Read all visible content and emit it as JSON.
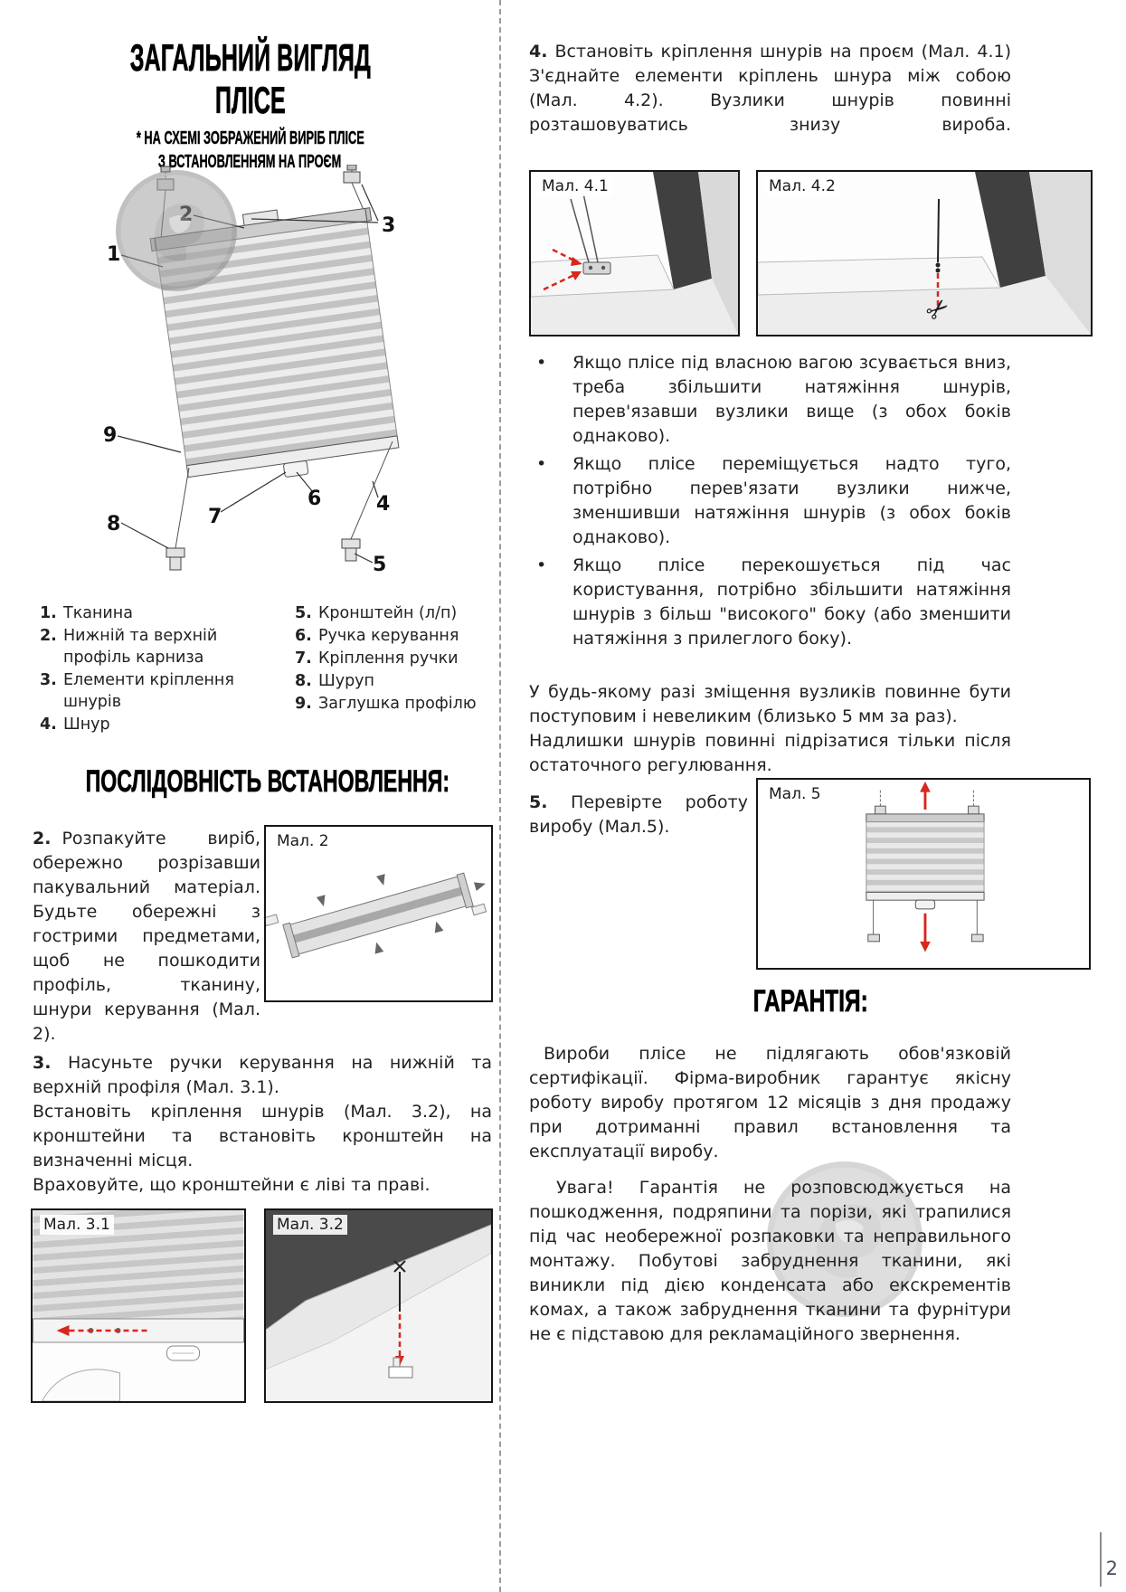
{
  "colors": {
    "accent_red": "#d9261c",
    "heading_black": "#000000",
    "body_text": "#222222",
    "divider_gray": "#9a9a9a",
    "watermark_gray": "#a3a3a3"
  },
  "icons": {
    "scissors": "✂"
  },
  "page": {
    "number": "2"
  },
  "left": {
    "title_line1": "ЗАГАЛЬНИЙ ВИГЛЯД",
    "title_line2": "ПЛІСЕ",
    "subtitle_line1": "* НА СХЕМІ ЗОБРАЖЕНИЙ ВИРІБ ПЛІСЕ",
    "subtitle_line2": "З ВСТАНОВЛЕННЯМ НА ПРОЄМ",
    "diagram": {
      "callouts": [
        "1",
        "2",
        "3",
        "4",
        "5",
        "6",
        "7",
        "8",
        "9"
      ]
    },
    "legend": {
      "col1": [
        {
          "num": "1.",
          "text": "Тканина"
        },
        {
          "num": "2.",
          "text": "Нижній та верхній профіль карниза"
        },
        {
          "num": "3.",
          "text": "Елементи кріплення шнурів"
        },
        {
          "num": "4.",
          "text": "Шнур"
        }
      ],
      "col2": [
        {
          "num": "5.",
          "text": "Кронштейн (л/п)"
        },
        {
          "num": "6.",
          "text": "Ручка керування"
        },
        {
          "num": "7.",
          "text": "Кріплення ручки"
        },
        {
          "num": "8.",
          "text": "Шуруп"
        },
        {
          "num": "9.",
          "text": "Заглушка профілю"
        }
      ]
    },
    "section_title": "ПОСЛІДОВНІСТЬ ВСТАНОВЛЕННЯ:",
    "step2": {
      "num": "2.",
      "text": "Розпакуйте виріб, обережно розрізавши пакувальний матеріал. Будьте обережні з гострими предметами, щоб не пошкодити профіль, тканину, шнури керування (Мал. 2)."
    },
    "fig2_label": "Мал. 2",
    "step3": {
      "num": "3.",
      "line1": "Насуньте ручки керування на нижній та верхній профіля (Мал. 3.1).",
      "line2": "Встановіть кріплення шнурів (Мал. 3.2), на кронштейни та встановіть кронштейн на визначенні місця.",
      "line3": "Враховуйте, що кронштейни є ліві та праві."
    },
    "fig31_label": "Мал. 3.1",
    "fig32_label": "Мал. 3.2"
  },
  "right": {
    "step4": {
      "num": "4.",
      "text": "Встановіть кріплення шнурів на проєм (Мал. 4.1) З'єднайте елементи кріплень шнура між собою (Мал. 4.2). Вузлики шнурів повинні розташовуватись знизу вироба."
    },
    "fig41_label": "Мал. 4.1",
    "fig42_label": "Мал. 4.2",
    "bullet_char": "•",
    "bullets": [
      "Якщо плісе під власною вагою зсувається вниз, треба збільшити натяжіння шнурів, перев'язавши вузлики вище (з обох боків однаково).",
      "Якщо плісе переміщується надто туго, потрібно перев'язати вузлики нижче, зменшивши натяжіння шнурів (з обох боків однаково).",
      "Якщо плісе перекошується під час користування, потрібно збільшити натяжіння шнурів з більш \"високого\" боку (або зменшити натяжіння з прилеглого боку)."
    ],
    "note_line1": "У будь-якому разі зміщення вузликів повинне бути поступовим і невеликим (близько 5 мм за раз).",
    "note_line2": "Надлишки шнурів повинні підрізатися тільки після остаточного регулювання.",
    "step5": {
      "num": "5.",
      "text": "Перевірте роботу виробу (Мал.5)."
    },
    "fig5_label": "Мал. 5",
    "warranty_title": "ГАРАНТІЯ:",
    "warranty_p1": "Вироби плісе не підлягають обов'язковій сертифікації. Фірма-виробник гарантує якісну роботу виробу протягом 12 місяців з дня продажу при дотриманні правил встановлення та експлуатації виробу.",
    "warranty_p2": "Увага! Гарантія не розповсюджується на пошкодження, подряпини та порізи, які трапилися під час необережної розпаковки та неправильного монтажу. Побутові забруднення тканини, які виникли під дією конденсата або екскрементів комах, а також забруднення тканини та фурнітури не є підставою для рекламаційного звернення."
  }
}
